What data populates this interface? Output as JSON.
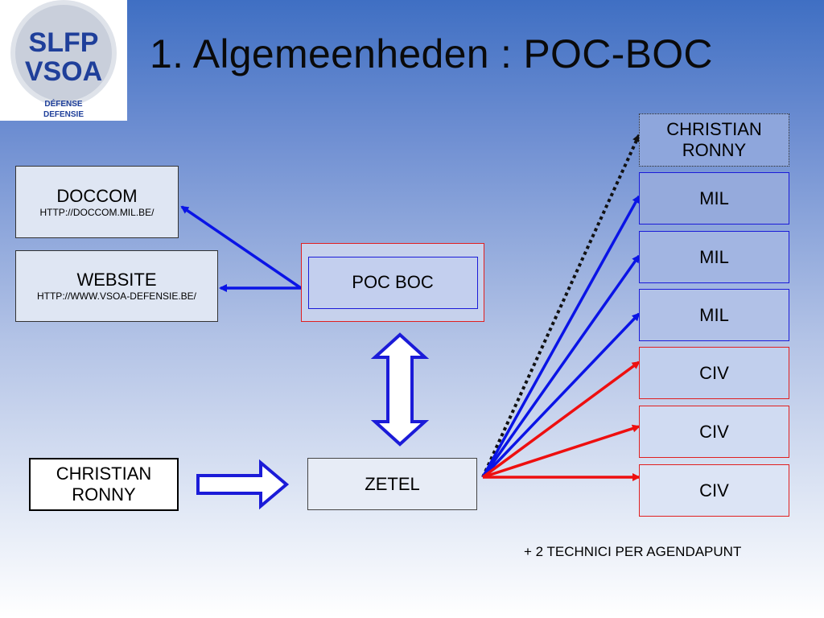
{
  "title": "1. Algemeenheden : POC-BOC",
  "logo": {
    "line1": "SLFP",
    "line2": "VSOA",
    "line3": "DÉFENSE",
    "line4": "DEFENSIE"
  },
  "boxes": {
    "doccom": {
      "label": "DOCCOM",
      "url": "HTTP://DOCCOM.MIL.BE/"
    },
    "website": {
      "label": "WEBSITE",
      "url": "HTTP://WWW.VSOA-DEFENSIE.BE/"
    },
    "pocboc": {
      "label": "POC BOC"
    },
    "zetel": {
      "label": "ZETEL"
    },
    "person_left": {
      "line1": "CHRISTIAN",
      "line2": "RONNY"
    },
    "person_top": {
      "line1": "CHRISTIAN",
      "line2": "RONNY"
    },
    "mil": [
      "MIL",
      "MIL",
      "MIL"
    ],
    "civ": [
      "CIV",
      "CIV",
      "CIV"
    ]
  },
  "note": "+ 2 TECHNICI PER AGENDAPUNT",
  "colors": {
    "arrow_blue": "#0a14e6",
    "arrow_red": "#ee0f0f",
    "arrow_dotted": "#111111"
  }
}
